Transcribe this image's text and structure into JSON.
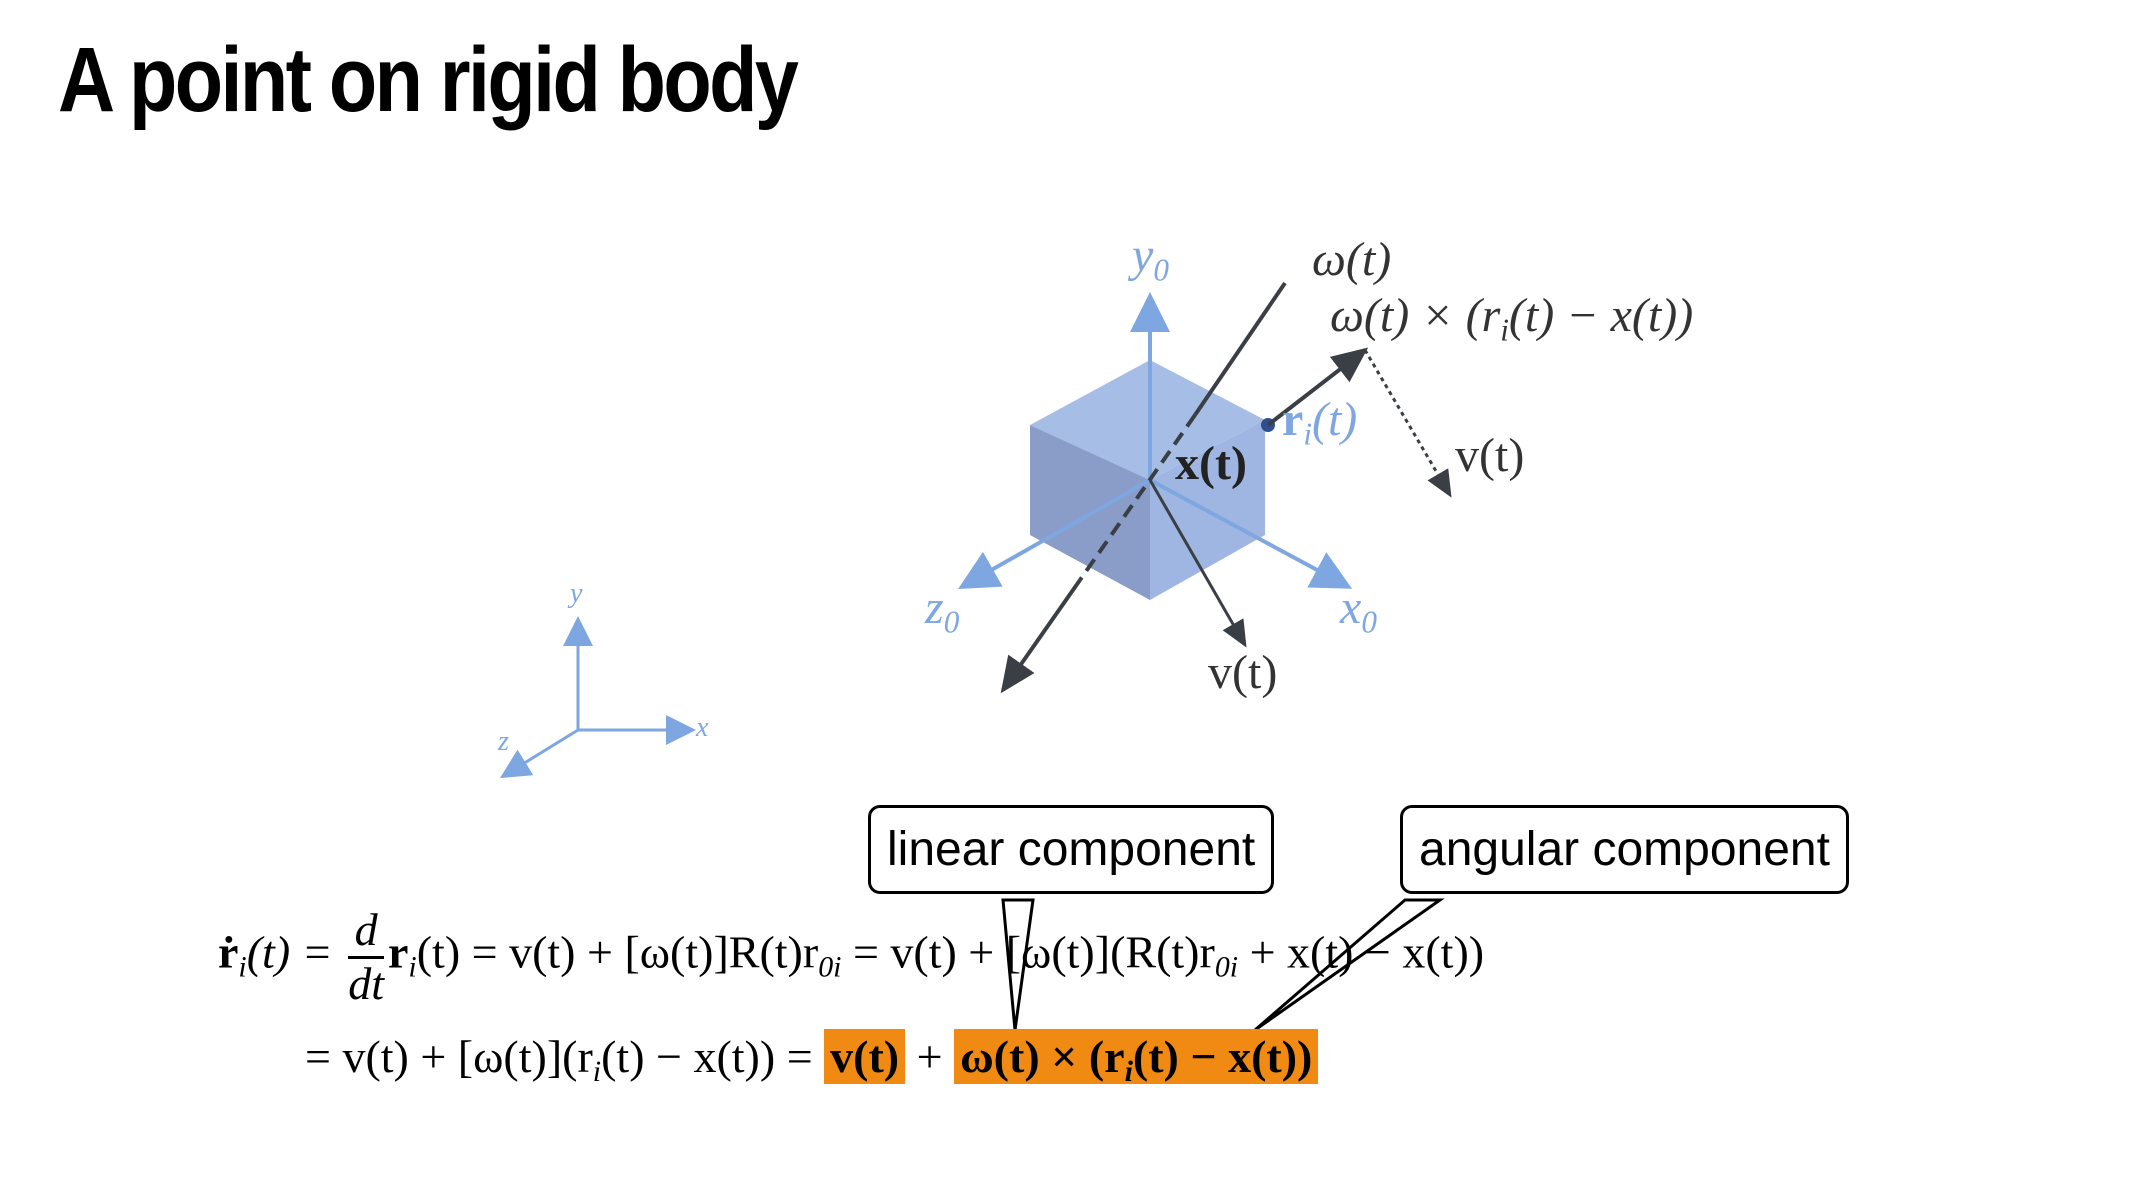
{
  "slide": {
    "title": "A point on rigid body"
  },
  "diagram": {
    "labels": {
      "y0": "y",
      "y0_sub": "0",
      "x0": "x",
      "x0_sub": "0",
      "z0": "z",
      "z0_sub": "0",
      "omega": "ω(t)",
      "omega_cross": "ω(t) × (r",
      "omega_cross_i": "i",
      "omega_cross_rest": "(t) − x(t))",
      "ri": "r",
      "ri_sub": "i",
      "ri_arg": "(t)",
      "xt": "x(t)",
      "vt_right": "v(t)",
      "vt_bottom": "v(t)",
      "world_x": "x",
      "world_y": "y",
      "world_z": "z"
    },
    "colors": {
      "blue": "#7ea6e0",
      "cube": "#8fa9dd",
      "dark": "#3a3f45",
      "highlight": "#f08a12"
    }
  },
  "equations": {
    "line1": {
      "lhs": "ṙ",
      "lhs_sub": "i",
      "lhs_arg": "(t) =",
      "frac_num": "d",
      "frac_den": "dt",
      "part2": "r",
      "part2_sub": "i",
      "part2_arg": "(t) = v(t) + [ω(t)]R(t)r",
      "part2_sub2": "0i",
      "part3": " = v(t) + [ω(t)](R(t)r",
      "part3_sub": "0i",
      "part4": " + x(t) − x(t))"
    },
    "line2": {
      "start": "= v(t) + [ω(t)](r",
      "start_sub": "i",
      "mid": "(t) − x(t)) =",
      "linear": "v(t)",
      "plus": "+",
      "angular_a": "ω(t) × (r",
      "angular_sub": "i",
      "angular_b": "(t) − x(t))"
    }
  },
  "callouts": {
    "linear": "linear component",
    "angular": "angular component"
  }
}
